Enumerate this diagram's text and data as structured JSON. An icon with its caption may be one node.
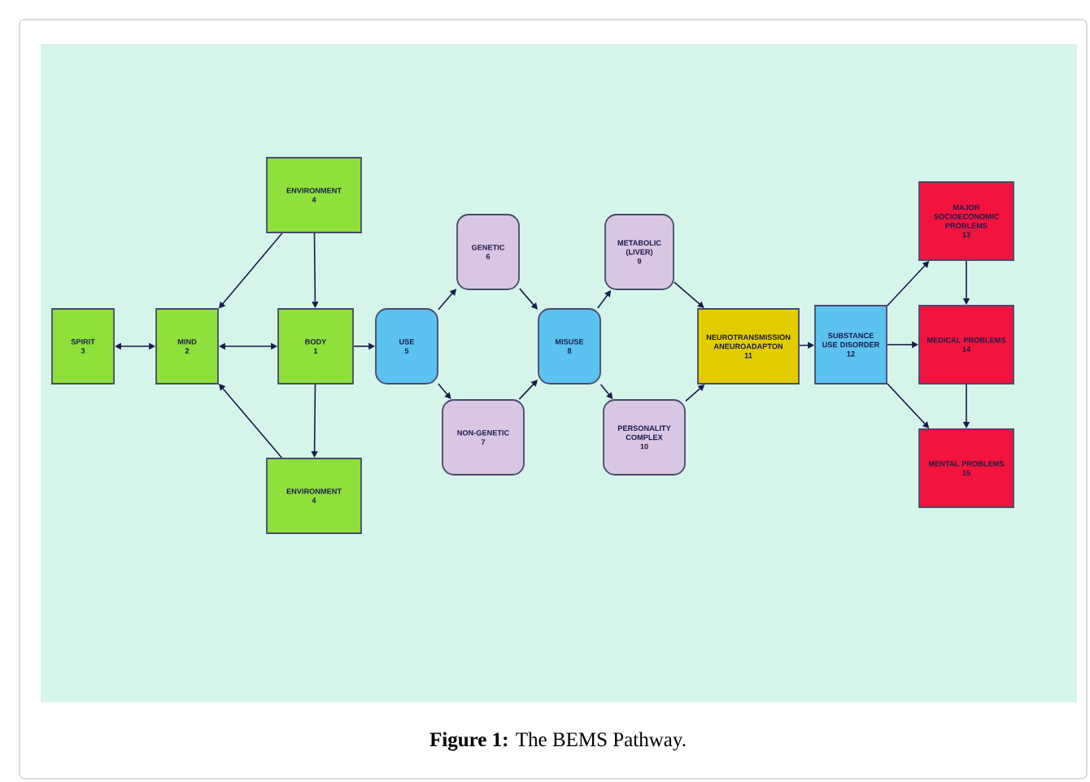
{
  "diagram": {
    "caption": "**Figure 1:** The BEMS Pathway.",
    "nodes": [
      {
        "text": [
          "SPIRIT",
          "3"
        ]
      },
      {
        "text": [
          "MIND",
          "2"
        ]
      },
      {
        "text": [
          "BODY",
          "1"
        ]
      },
      {
        "text": [
          "ENVIRONMENT",
          "4"
        ]
      },
      {
        "text": [
          "ENVIRONMENT",
          "4"
        ]
      },
      {
        "text": [
          "USE",
          "5"
        ]
      },
      {
        "text": [
          "GENETIC",
          "6"
        ]
      },
      {
        "text": [
          "NON-GENETIC",
          "7"
        ]
      },
      {
        "text": [
          "MISUSE",
          "8"
        ]
      },
      {
        "text": [
          "METABOLIC (LIVER)",
          "9"
        ]
      },
      {
        "text": [
          "PERSONALITY COMPLEX",
          "10"
        ]
      },
      {
        "text": [
          "NEUROTRANSMISSION ANEUROADAPTON",
          "11"
        ]
      },
      {
        "text": [
          "SUBSTANCE USE DISORDER",
          "12"
        ]
      },
      {
        "text": [
          "MAJOR SOCIOECONOMIC PROBLEMS",
          "13"
        ]
      },
      {
        "text": [
          "MEDICAL PROBLEMS",
          "14"
        ]
      },
      {
        "text": [
          "MENTAL PROBLEMS",
          "15"
        ]
      }
    ],
    "edges": [
      {
        "from": 0,
        "to": 1,
        "arrow": "both"
      },
      {
        "from": 1,
        "to": 2,
        "arrow": "both"
      },
      {
        "from": 3,
        "to": 1,
        "arrow": "to"
      },
      {
        "from": 3,
        "to": 2,
        "arrow": "to"
      },
      {
        "from": 2,
        "to": 4,
        "arrow": "to"
      },
      {
        "from": 4,
        "to": 1,
        "arrow": "to"
      },
      {
        "from": 2,
        "to": 5,
        "arrow": "to"
      },
      {
        "from": 5,
        "to": 6,
        "arrow": "to"
      },
      {
        "from": 5,
        "to": 7,
        "arrow": "to"
      },
      {
        "from": 6,
        "to": 8,
        "arrow": "to"
      },
      {
        "from": 7,
        "to": 8,
        "arrow": "to"
      },
      {
        "from": 8,
        "to": 9,
        "arrow": "to"
      },
      {
        "from": 8,
        "to": 10,
        "arrow": "to"
      },
      {
        "from": 9,
        "to": 11,
        "arrow": "to"
      },
      {
        "from": 10,
        "to": 11,
        "arrow": "to"
      },
      {
        "from": 11,
        "to": 12,
        "arrow": "to"
      },
      {
        "from": 12,
        "to": 13,
        "arrow": "to"
      },
      {
        "from": 12,
        "to": 14,
        "arrow": "to"
      },
      {
        "from": 12,
        "to": 15,
        "arrow": "to"
      },
      {
        "from": 13,
        "to": 14,
        "arrow": "to"
      },
      {
        "from": 14,
        "to": 15,
        "arrow": "to"
      }
    ]
  }
}
